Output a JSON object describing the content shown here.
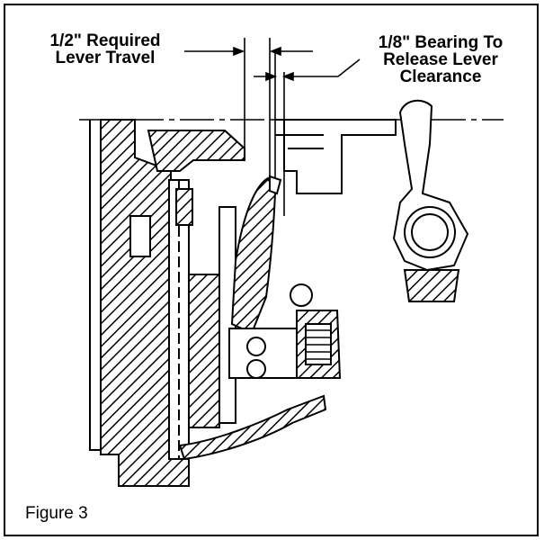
{
  "diagram": {
    "callouts": [
      {
        "id": "lever-travel",
        "lines": [
          "1/2\" Required",
          "Lever Travel"
        ]
      },
      {
        "id": "bearing-clearance",
        "lines": [
          "1/8\" Bearing To",
          "Release Lever",
          "Clearance"
        ]
      }
    ],
    "caption": "Figure 3"
  }
}
